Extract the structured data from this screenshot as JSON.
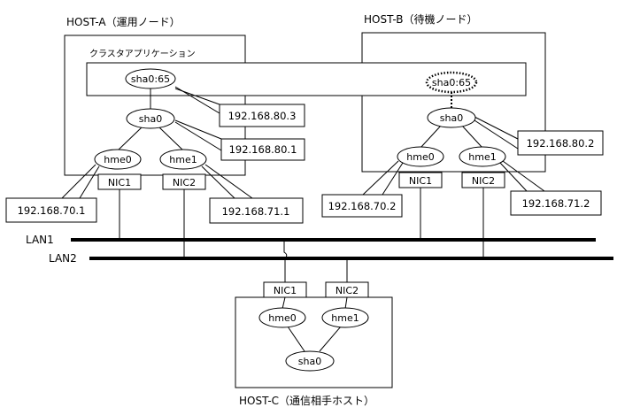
{
  "hosts": {
    "a": {
      "title": "HOST-A（運用ノード）"
    },
    "b": {
      "title": "HOST-B（待機ノード）"
    },
    "c": {
      "title": "HOST-C（通信相手ホスト）"
    }
  },
  "cluster_app": {
    "label": "クラスタアプリケーション"
  },
  "interfaces": {
    "a_sha_virtual": "sha0:65",
    "a_sha": "sha0",
    "a_hme0": "hme0",
    "a_hme1": "hme1",
    "a_nic1": "NIC1",
    "a_nic2": "NIC2",
    "b_sha_virtual": "sha0:65",
    "b_sha": "sha0",
    "b_hme0": "hme0",
    "b_hme1": "hme1",
    "b_nic1": "NIC1",
    "b_nic2": "NIC2",
    "c_nic1": "NIC1",
    "c_nic2": "NIC2",
    "c_hme0": "hme0",
    "c_hme1": "hme1",
    "c_sha": "sha0"
  },
  "addresses": {
    "a_virtual": "192.168.80.3",
    "a_sha": "192.168.80.1",
    "a_hme0": "192.168.70.1",
    "a_hme1": "192.168.71.1",
    "b_sha": "192.168.80.2",
    "b_hme0": "192.168.70.2",
    "b_hme1": "192.168.71.2"
  },
  "lans": {
    "lan1": "LAN1",
    "lan2": "LAN2"
  }
}
